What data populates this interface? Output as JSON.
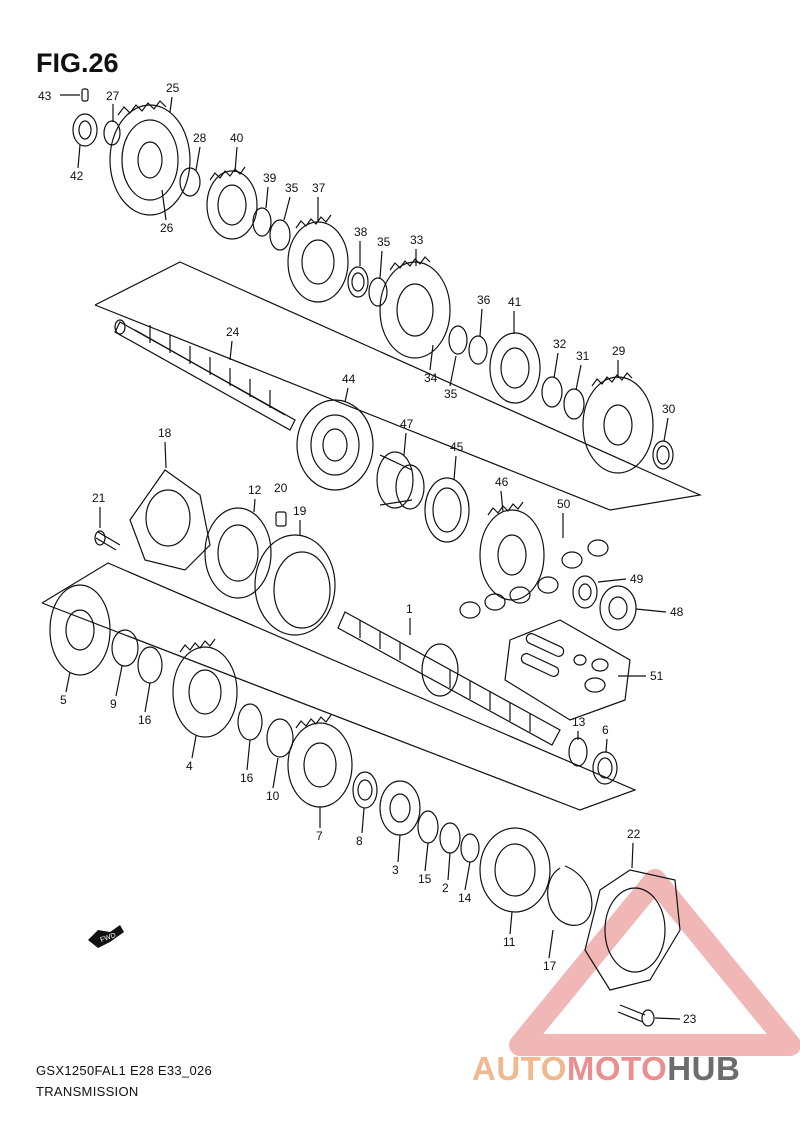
{
  "figure": {
    "title": "FIG.26"
  },
  "footer": {
    "code": "GSX1250FAL1 E28 E33_026",
    "name": "TRANSMISSION"
  },
  "direction_badge": "FWD",
  "watermark": {
    "part1": "AUTO",
    "part2": "MOTO",
    "part3": "HUB"
  },
  "callouts": [
    "43",
    "27",
    "25",
    "42",
    "28",
    "40",
    "26",
    "39",
    "35",
    "37",
    "38",
    "35",
    "33",
    "36",
    "41",
    "24",
    "34",
    "35",
    "32",
    "31",
    "29",
    "44",
    "30",
    "47",
    "18",
    "45",
    "46",
    "12",
    "20",
    "21",
    "19",
    "50",
    "49",
    "48",
    "1",
    "51",
    "5",
    "9",
    "16",
    "4",
    "13",
    "6",
    "16",
    "10",
    "7",
    "8",
    "3",
    "15",
    "2",
    "14",
    "11",
    "22",
    "17",
    "23"
  ],
  "colors": {
    "line": "#111111",
    "watermark_red": "#e06060",
    "watermark_orange": "#f0b88f",
    "watermark_gray": "#6d6d6d"
  }
}
